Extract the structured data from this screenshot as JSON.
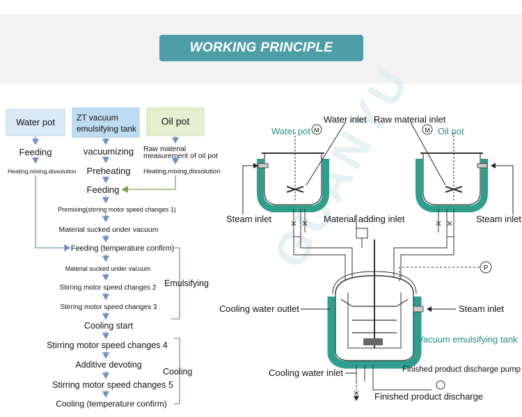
{
  "title": "WORKING PRINCIPLE",
  "watermark": "GUANYU",
  "flowchart": {
    "headers": {
      "water_pot": "Water pot",
      "zt_tank_line1": "ZT vacuum",
      "zt_tank_line2": "emulsifying tank",
      "oil_pot": "Oil pot"
    },
    "water_feeding": "Feeding",
    "water_heating": "Heating,mixing,dissolution",
    "vacuumizing": "vacuumizing",
    "preheating": "Preheating",
    "oil_raw_line1": "Raw material",
    "oil_raw_line2": "measurement of oil pot",
    "oil_heating": "Heating,mixing,dissolution",
    "feeding": "Feeding",
    "premixing": "Premixing(stirring motor speed changes 1)",
    "sucked1": "Material sucked under vacuum",
    "feeding_confirm": "Feeding (temperature confirm)",
    "sucked2": "Material sucked under vacuum",
    "speed2": "Stirring motor speed changes 2",
    "speed3": "Stirring motor speed changes 3",
    "emulsifying": "Emulsifying",
    "cooling_start": "Cooling start",
    "speed4": "Stirring motor speed changes 4",
    "additive": "Additive devoting",
    "speed5": "Stirring motor speed changes 5",
    "cooling_confirm": "Cooling (temperature confirm)",
    "cooling": "Cooling"
  },
  "diagram": {
    "water_inlet": "Water inlet",
    "raw_material_inlet": "Raw material inlet",
    "water_pot": "Water pot",
    "oil_pot": "Oil pot",
    "motor_symbol": "M",
    "steam_inlet_left": "Steam inlet",
    "material_adding_inlet": "Material adding inlet",
    "steam_inlet_right": "Steam inlet",
    "pump_symbol": "P",
    "cooling_water_outlet": "Cooling water outlet",
    "steam_inlet_main": "Steam inlet",
    "vacuum_tank": "Vacuum emulsifying tank",
    "cooling_water_inlet": "Cooling water inlet",
    "discharge_pump": "Finished product discharge pump",
    "discharge": "Finished product discharge"
  },
  "colors": {
    "accent": "#4e9ea8",
    "water_box": "#dbe9f7",
    "zt_box": "#bddcf2",
    "oil_box": "#e5efd0",
    "jacket": "#2f9e8c",
    "teal_text": "#1f8f86",
    "arrow_blue": "#6f93c2",
    "arrow_green": "#7aa33a"
  }
}
